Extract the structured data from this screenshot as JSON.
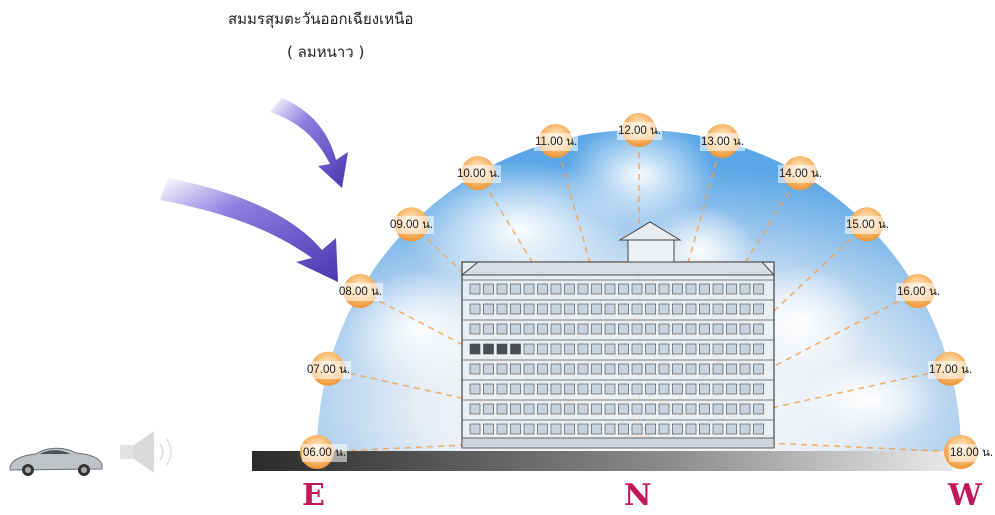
{
  "heading": {
    "title": "สมมรสุมตะวันออกเฉียงเหนือ",
    "subtitle": "( ลมหนาว )"
  },
  "directions": {
    "east": "E",
    "north": "N",
    "west": "W"
  },
  "sun_times": [
    "06.00 น.",
    "07.00 น.",
    "08.00 น.",
    "09.00 น.",
    "10.00 น.",
    "11.00 น.",
    "12.00 น.",
    "13.00 น.",
    "14.00 น.",
    "15.00 น.",
    "16.00 น.",
    "17.00 น.",
    "18.00 น."
  ],
  "colors": {
    "sky": "#6fb3ea",
    "sun": "#f6a84e",
    "wind": "#6a55c8",
    "direction_text": "#c2185b",
    "ground": "#3a3a3a"
  },
  "icons": {
    "car": "car-icon",
    "speaker": "speaker-icon",
    "wind": "wind-arrow-icon"
  }
}
